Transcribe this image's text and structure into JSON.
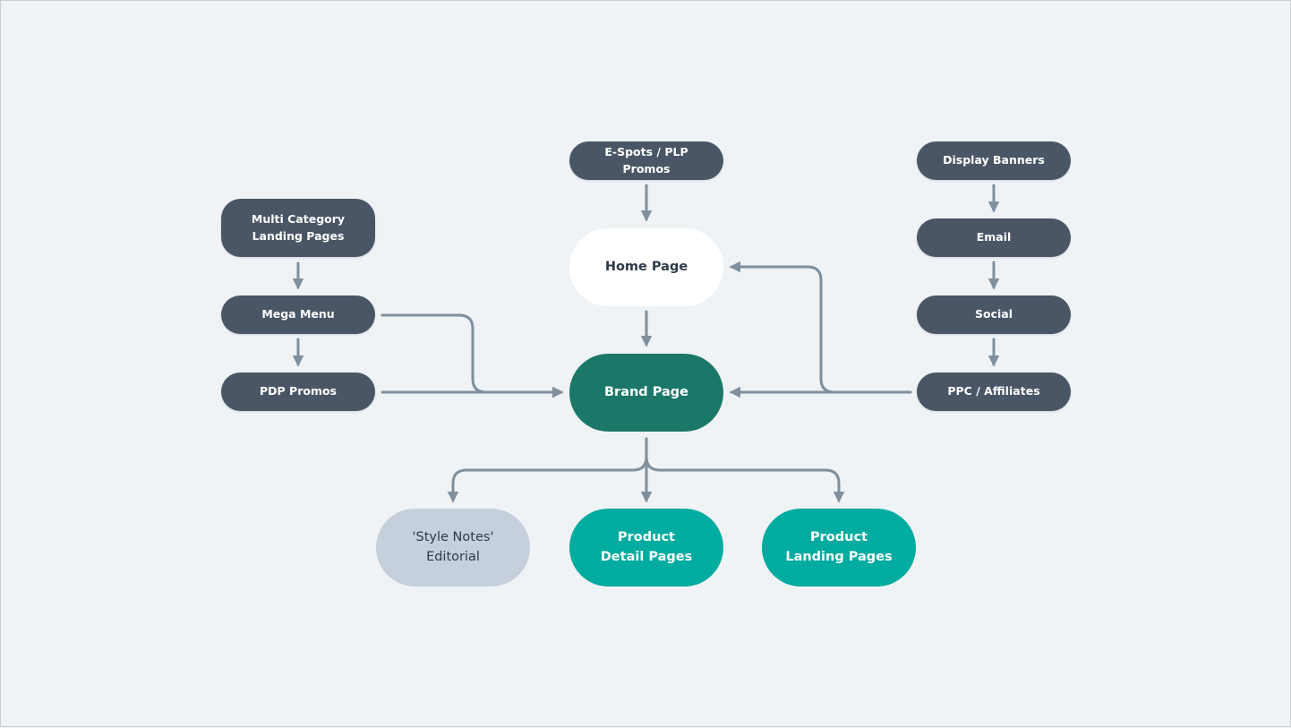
{
  "nodes": {
    "multi_category": "Multi Category Landing Pages",
    "mega_menu": "Mega Menu",
    "pdp_promos": "PDP Promos",
    "espots": "E-Spots / PLP Promos",
    "home_page": "Home Page",
    "brand_page": "Brand Page",
    "display_banners": "Display Banners",
    "email": "Email",
    "social": "Social",
    "ppc_affiliates": "PPC / Affiliates",
    "style_notes": "'Style Notes' Editorial",
    "product_detail": "Product Detail Pages",
    "product_landing": "Product Landing Pages"
  },
  "colors": {
    "background": "#eff3f6",
    "dark_node": "#4a5666",
    "brand_node": "#1b7868",
    "teal_node": "#00ab9f",
    "grey_node": "#c5d0dc",
    "white_node": "#ffffff",
    "connector": "#7f8f9d"
  }
}
